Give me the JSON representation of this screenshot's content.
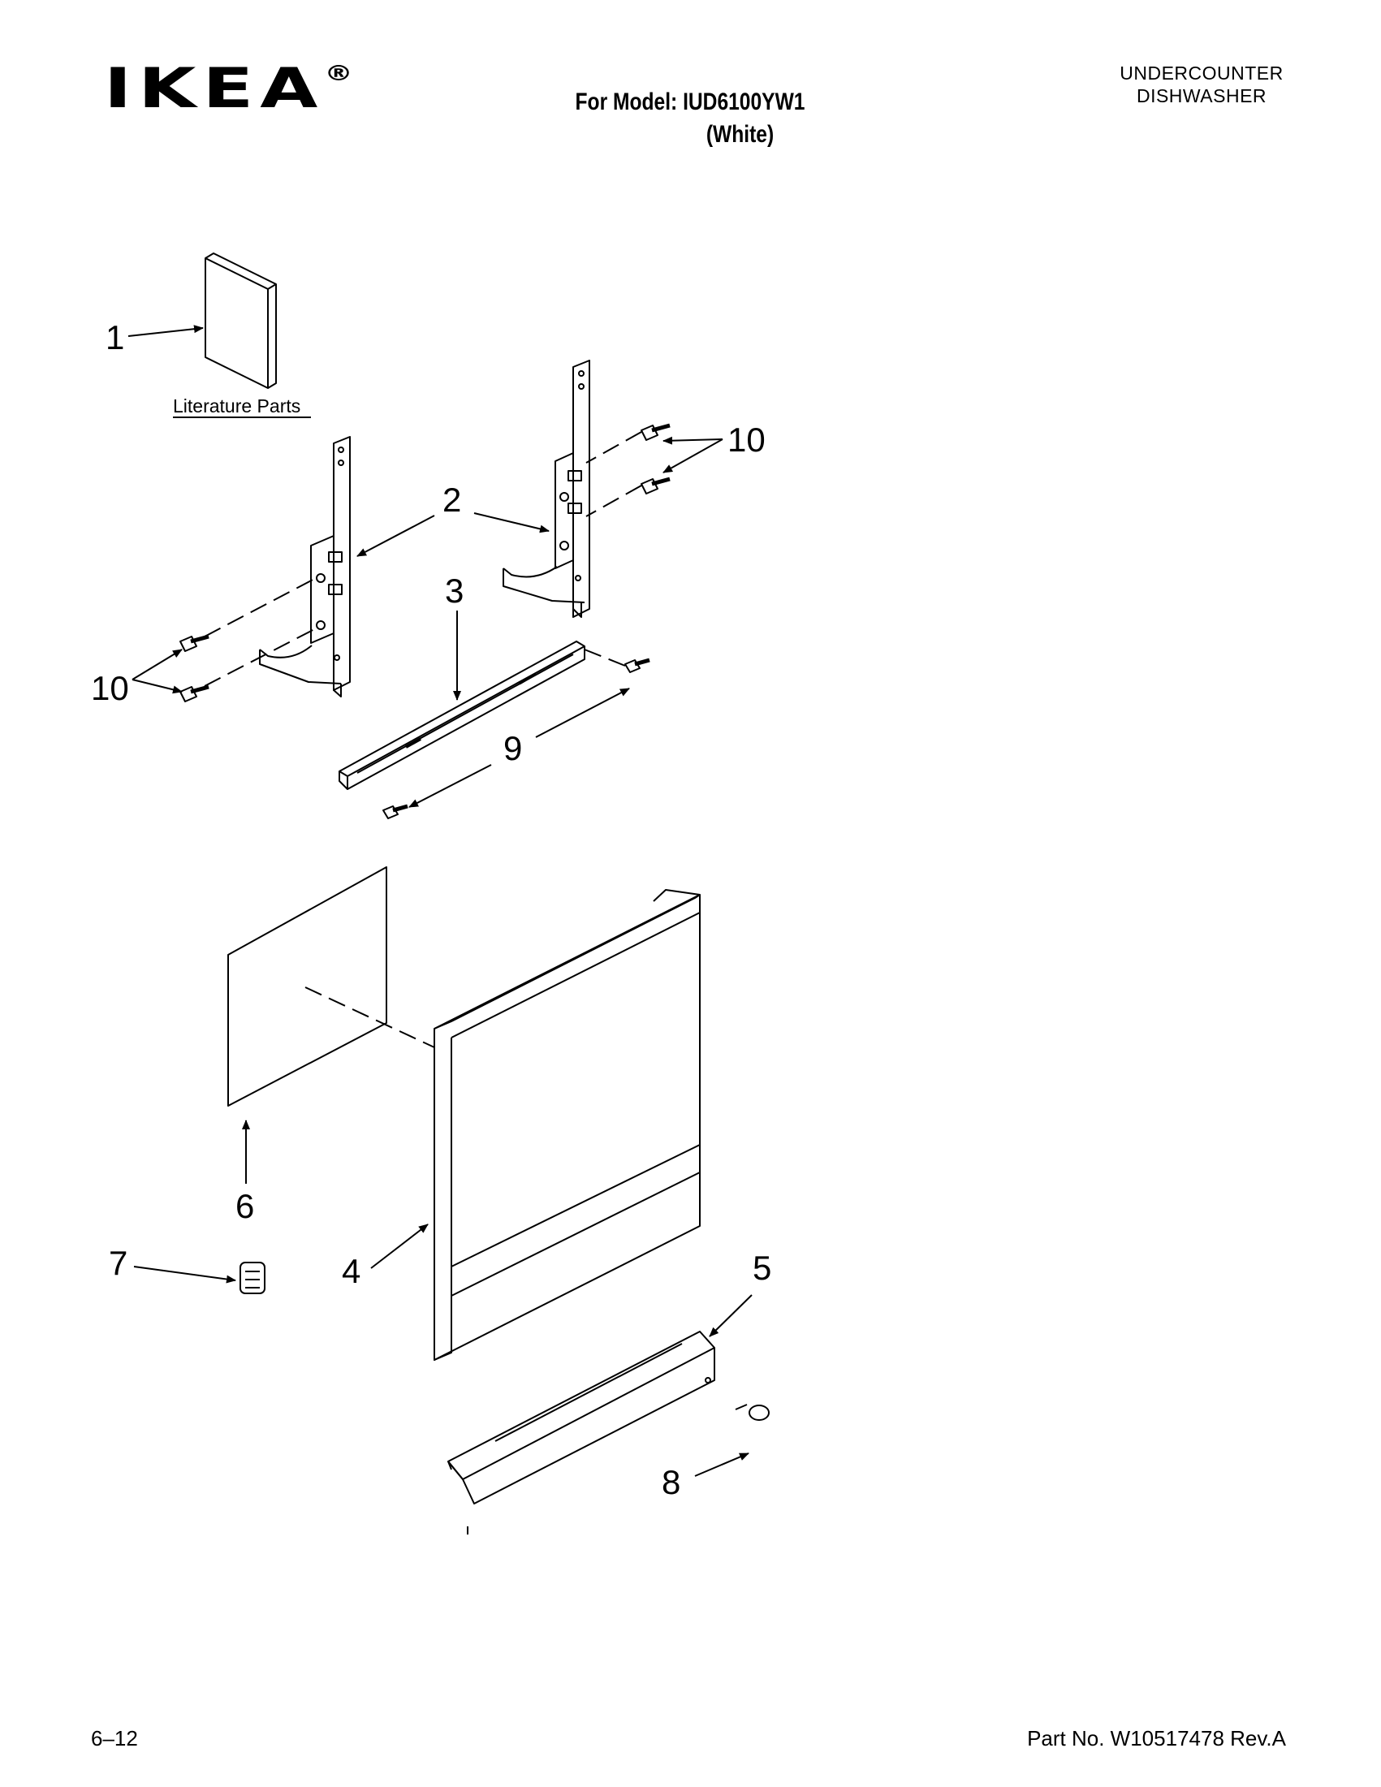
{
  "header": {
    "brand": "IKEA",
    "brand_mark": "®",
    "model_line": "For Model: IUD6100YW1",
    "color_line": "(White)",
    "product_line1": "UNDERCOUNTER",
    "product_line2": "DISHWASHER"
  },
  "diagram": {
    "literature_label": "Literature Parts",
    "callouts": {
      "c1": "1",
      "c2": "2",
      "c3": "3",
      "c4": "4",
      "c5": "5",
      "c6": "6",
      "c7": "7",
      "c8": "8",
      "c9": "9",
      "c10_top": "10",
      "c10_left": "10"
    }
  },
  "footer": {
    "page": "6–12",
    "part_no": "Part No. W10517478 Rev.A"
  }
}
